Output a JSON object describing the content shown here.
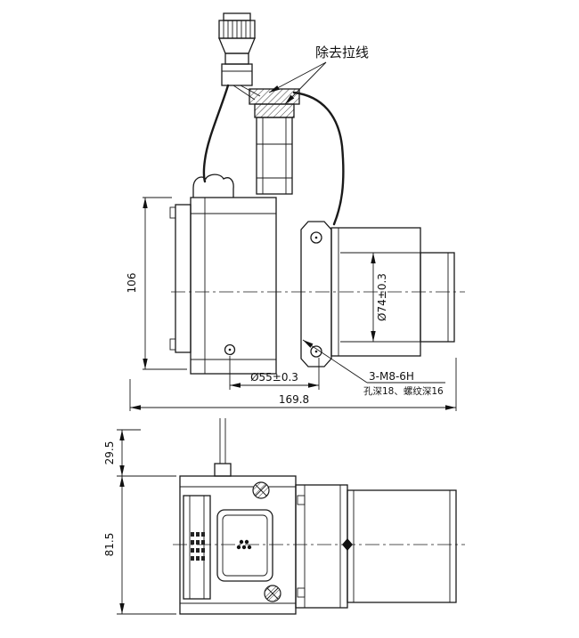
{
  "labels": {
    "remove_pull_wire": "除去拉线",
    "dim_height": "106",
    "dim_motor_dia": "Ø74±0.3",
    "dim_bolt_circle": "Ø55±0.3",
    "thread_spec": "3-M8-6H",
    "thread_depth_note": "孔深18、螺纹深16",
    "dim_overall_length": "169.8",
    "dim_wire_offset": "29.5",
    "dim_body_height": "81.5"
  }
}
